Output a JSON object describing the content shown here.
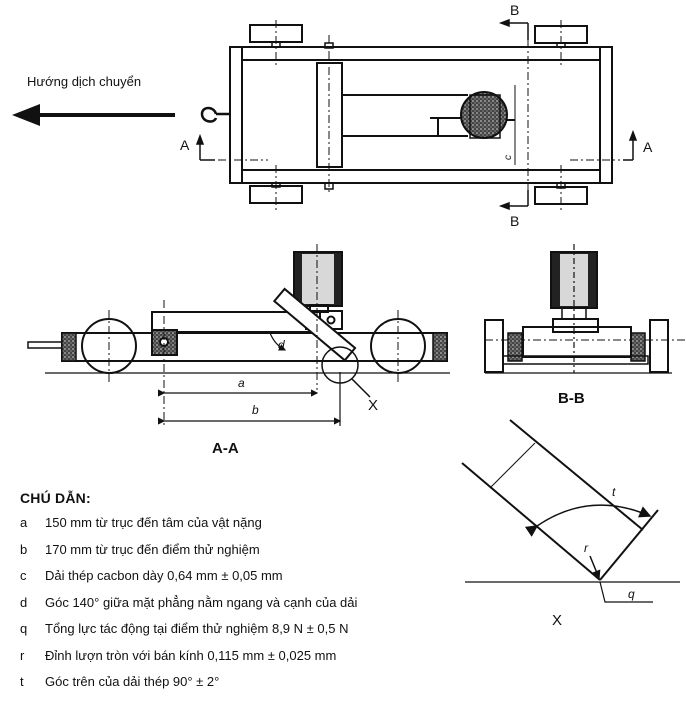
{
  "diagram": {
    "direction_label": "Hướng dịch chuyển",
    "section_labels": {
      "a_left": "A",
      "a_right": "A",
      "b_top": "B",
      "b_bottom": "B"
    },
    "dimension_labels": {
      "c": "c",
      "d": "d",
      "a": "a",
      "b": "b",
      "x": "X",
      "t": "t",
      "r": "r",
      "q": "q"
    },
    "view_titles": {
      "section_aa": "A-A",
      "section_bb": "B-B",
      "detail_x": "X"
    }
  },
  "legend": {
    "title": "CHÚ DẪN:",
    "items": [
      {
        "key": "a",
        "text": "150 mm từ trục đến tâm của vật nặng"
      },
      {
        "key": "b",
        "text": "170 mm từ trục đến điểm thử nghiệm"
      },
      {
        "key": "c",
        "text": "Dải thép cacbon dày 0,64 mm ± 0,05 mm"
      },
      {
        "key": "d",
        "text": "Góc 140° giữa mặt phẳng nằm ngang và cạnh của dải"
      },
      {
        "key": "q",
        "text": "Tổng lực tác động tại điểm thử nghiệm 8,9 N ± 0,5 N"
      },
      {
        "key": "r",
        "text": "Đỉnh lượn tròn với bán kính 0,115 mm ± 0,025 mm"
      },
      {
        "key": "t",
        "text": "Góc trên của dải thép 90° ± 2°"
      }
    ]
  }
}
